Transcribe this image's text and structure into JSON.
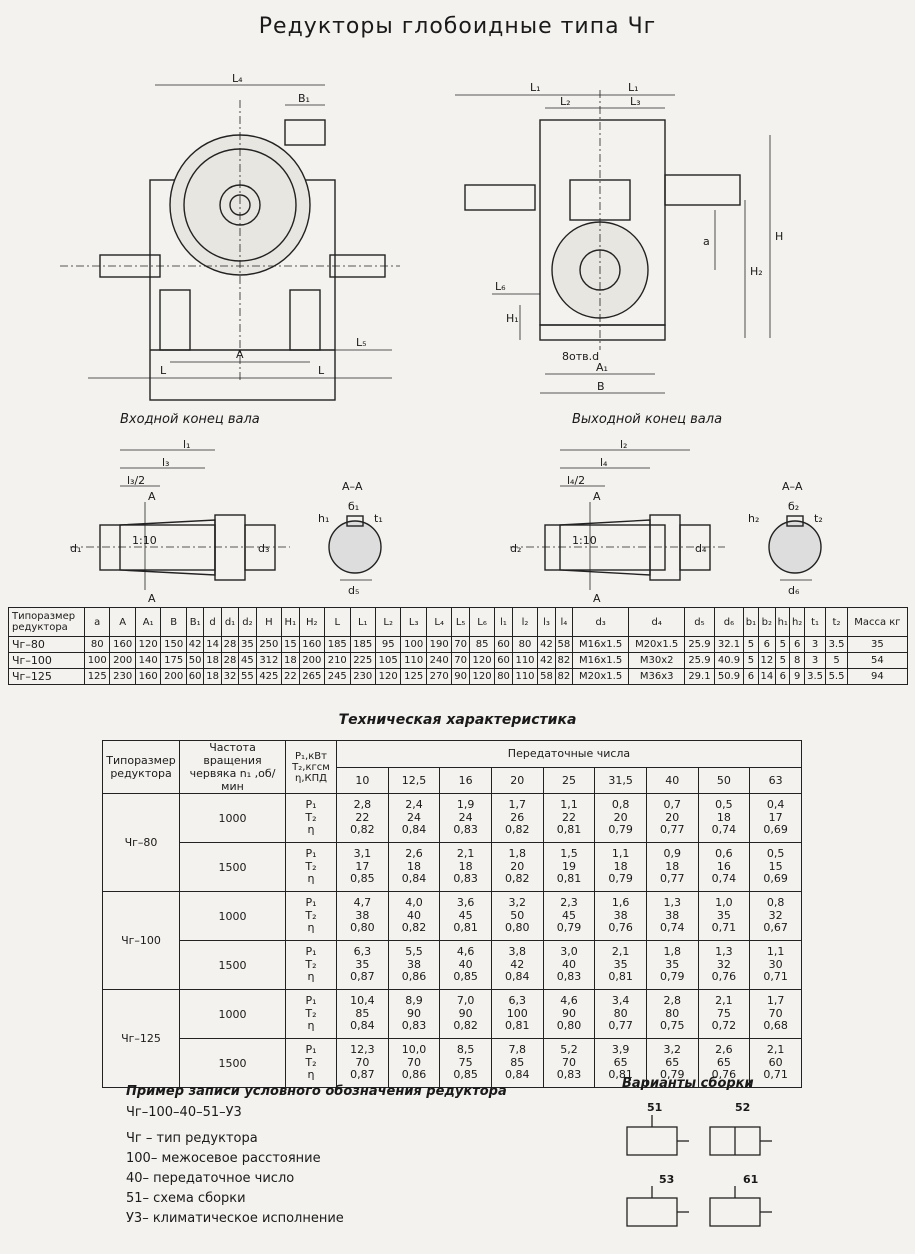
{
  "page_title": "Редукторы глобоидные типа Чг",
  "drawing": {
    "top_left_labels": {
      "L4": "L₄",
      "B1": "B₁",
      "A": "A",
      "L": "L",
      "L5": "L₅"
    },
    "top_right_labels": {
      "L1": "L₁",
      "L2": "L₂",
      "L3": "L₃",
      "a": "a",
      "H": "H",
      "H2": "H₂",
      "L6": "L₆",
      "H1": "H₁",
      "holes": "8отв.d",
      "A1": "A₁",
      "B": "B"
    },
    "input_shaft_title": "Входной конец вала",
    "output_shaft_title": "Выходной конец вала",
    "input_labels": {
      "l1": "l₁",
      "l3": "l₃",
      "l3_half": "l₃/2",
      "d1": "d₁",
      "d3": "d₃",
      "taper": "1:10",
      "A": "A"
    },
    "output_labels": {
      "l2": "l₂",
      "l4": "l₄",
      "l4_half": "l₄/2",
      "d2": "d₂",
      "d4": "d₄",
      "taper": "1:10",
      "A": "A"
    },
    "section_in": {
      "title": "А–А",
      "b1": "б₁",
      "h1": "h₁",
      "t1": "t₁",
      "d5": "d₅"
    },
    "section_out": {
      "title": "А–А",
      "b2": "б₂",
      "h2": "h₂",
      "t2": "t₂",
      "d6": "d₆"
    }
  },
  "dimensions_table": {
    "header_label": "Типоразмер редуктора",
    "columns": [
      "a",
      "A",
      "A₁",
      "B",
      "B₁",
      "d",
      "d₁",
      "d₂",
      "H",
      "H₁",
      "H₂",
      "L",
      "L₁",
      "L₂",
      "L₃",
      "L₄",
      "L₅",
      "L₆",
      "l₁",
      "l₂",
      "l₃",
      "l₄",
      "d₃",
      "d₄",
      "d₅",
      "d₆",
      "b₁",
      "b₂",
      "h₁",
      "h₂",
      "t₁",
      "t₂",
      "Масса кг"
    ],
    "rows": [
      {
        "name": "Чг–80",
        "values": [
          "80",
          "160",
          "120",
          "150",
          "42",
          "14",
          "28",
          "35",
          "250",
          "15",
          "160",
          "185",
          "185",
          "95",
          "100",
          "190",
          "70",
          "85",
          "60",
          "80",
          "42",
          "58",
          "М16х1.5",
          "М20х1.5",
          "25.9",
          "32.1",
          "5",
          "6",
          "5",
          "6",
          "3",
          "3.5",
          "35"
        ]
      },
      {
        "name": "Чг–100",
        "values": [
          "100",
          "200",
          "140",
          "175",
          "50",
          "18",
          "28",
          "45",
          "312",
          "18",
          "200",
          "210",
          "225",
          "105",
          "110",
          "240",
          "70",
          "120",
          "60",
          "110",
          "42",
          "82",
          "М16х1.5",
          "М30х2",
          "25.9",
          "40.9",
          "5",
          "12",
          "5",
          "8",
          "3",
          "5",
          "54"
        ]
      },
      {
        "name": "Чг–125",
        "values": [
          "125",
          "230",
          "160",
          "200",
          "60",
          "18",
          "32",
          "55",
          "425",
          "22",
          "265",
          "245",
          "230",
          "120",
          "125",
          "270",
          "90",
          "120",
          "80",
          "110",
          "58",
          "82",
          "М20х1.5",
          "М36х3",
          "29.1",
          "50.9",
          "6",
          "14",
          "6",
          "9",
          "3.5",
          "5.5",
          "94"
        ]
      }
    ]
  },
  "tech_title": "Техническая характеристика",
  "tech_table": {
    "h_type": "Типоразмер редуктора",
    "h_speed": "Частота вращения червяка n₁ ,об/мин",
    "h_params": "P₁,кВт T₂,кгсм η,КПД",
    "h_ratios": "Передаточные числа",
    "ratios": [
      "10",
      "12,5",
      "16",
      "20",
      "25",
      "31,5",
      "40",
      "50",
      "63"
    ],
    "param_symbols": [
      "P₁",
      "T₂",
      "η"
    ],
    "groups": [
      {
        "name": "Чг–80",
        "speeds": [
          {
            "n": "1000",
            "P": [
              "2,8",
              "2,4",
              "1,9",
              "1,7",
              "1,1",
              "0,8",
              "0,7",
              "0,5",
              "0,4"
            ],
            "T": [
              "22",
              "24",
              "24",
              "26",
              "22",
              "20",
              "20",
              "18",
              "17"
            ],
            "eta": [
              "0,82",
              "0,84",
              "0,83",
              "0,82",
              "0,81",
              "0,79",
              "0,77",
              "0,74",
              "0,69"
            ]
          },
          {
            "n": "1500",
            "P": [
              "3,1",
              "2,6",
              "2,1",
              "1,8",
              "1,5",
              "1,1",
              "0,9",
              "0,6",
              "0,5"
            ],
            "T": [
              "17",
              "18",
              "18",
              "20",
              "19",
              "18",
              "18",
              "16",
              "15"
            ],
            "eta": [
              "0,85",
              "0,84",
              "0,83",
              "0,82",
              "0,81",
              "0,79",
              "0,77",
              "0,74",
              "0,69"
            ]
          }
        ]
      },
      {
        "name": "Чг–100",
        "speeds": [
          {
            "n": "1000",
            "P": [
              "4,7",
              "4,0",
              "3,6",
              "3,2",
              "2,3",
              "1,6",
              "1,3",
              "1,0",
              "0,8"
            ],
            "T": [
              "38",
              "40",
              "45",
              "50",
              "45",
              "38",
              "38",
              "35",
              "32"
            ],
            "eta": [
              "0,80",
              "0,82",
              "0,81",
              "0,80",
              "0,79",
              "0,76",
              "0,74",
              "0,71",
              "0,67"
            ]
          },
          {
            "n": "1500",
            "P": [
              "6,3",
              "5,5",
              "4,6",
              "3,8",
              "3,0",
              "2,1",
              "1,8",
              "1,3",
              "1,1"
            ],
            "T": [
              "35",
              "38",
              "40",
              "42",
              "40",
              "35",
              "35",
              "32",
              "30"
            ],
            "eta": [
              "0,87",
              "0,86",
              "0,85",
              "0,84",
              "0,83",
              "0,81",
              "0,79",
              "0,76",
              "0,71"
            ]
          }
        ]
      },
      {
        "name": "Чг–125",
        "speeds": [
          {
            "n": "1000",
            "P": [
              "10,4",
              "8,9",
              "7,0",
              "6,3",
              "4,6",
              "3,4",
              "2,8",
              "2,1",
              "1,7"
            ],
            "T": [
              "85",
              "90",
              "90",
              "100",
              "90",
              "80",
              "80",
              "75",
              "70"
            ],
            "eta": [
              "0,84",
              "0,83",
              "0,82",
              "0,81",
              "0,80",
              "0,77",
              "0,75",
              "0,72",
              "0,68"
            ]
          },
          {
            "n": "1500",
            "P": [
              "12,3",
              "10,0",
              "8,5",
              "7,8",
              "5,2",
              "3,9",
              "3,2",
              "2,6",
              "2,1"
            ],
            "T": [
              "70",
              "70",
              "75",
              "85",
              "70",
              "65",
              "65",
              "65",
              "60"
            ],
            "eta": [
              "0,87",
              "0,86",
              "0,85",
              "0,84",
              "0,83",
              "0,81",
              "0,79",
              "0,76",
              "0,71"
            ]
          }
        ]
      }
    ]
  },
  "example": {
    "title": "Пример записи условного обозначения редуктора",
    "code": "Чг–100–40–51–У3",
    "lines": [
      "Чг – тип редуктора",
      "100– межосевое расстояние",
      "40– передаточное число",
      "51– схема сборки",
      "У3– климатическое исполнение"
    ]
  },
  "assembly": {
    "title": "Варианты сборки",
    "labels": [
      "51",
      "52",
      "53",
      "61"
    ]
  }
}
